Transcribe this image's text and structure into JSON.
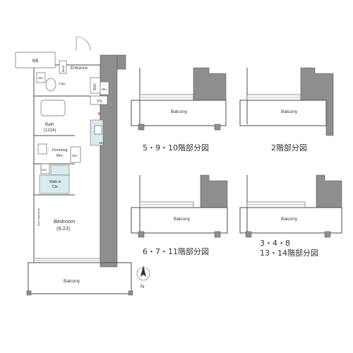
{
  "main_plan": {
    "rooms": {
      "mb": "MB",
      "boot_storage": "Boot",
      "entrance": "Entrance",
      "storage_top": "Sto.",
      "lav": "Lav.",
      "wd": "W/D",
      "storage_wd": "Sto.",
      "ps": "PS",
      "r": "R",
      "bath_name": "Bath",
      "bath_size": "(1216)",
      "storage_kitchen": "Sto.",
      "dressing": "Dressing",
      "dressing2": "Rm.",
      "storage_dress": "Sto.",
      "linen": "Lin.",
      "walkin": "Walk-in",
      "walkin2": "Clo.",
      "bedroom_name": "Bedroom",
      "bedroom_size": "(9.2J)",
      "balcony": "Balcony",
      "side_note": "Bed Wall Area"
    },
    "compass": "N"
  },
  "partial_plans": [
    {
      "caption": "5・9・10階部分図",
      "balcony": "Balcony"
    },
    {
      "caption": "2階部分図",
      "balcony": "Balcony"
    },
    {
      "caption": "6・7・11階部分図",
      "balcony": "Balcony"
    },
    {
      "caption_line1": "3・4・8",
      "caption_line2": "13・14階部分図",
      "balcony": "Balcony"
    }
  ]
}
